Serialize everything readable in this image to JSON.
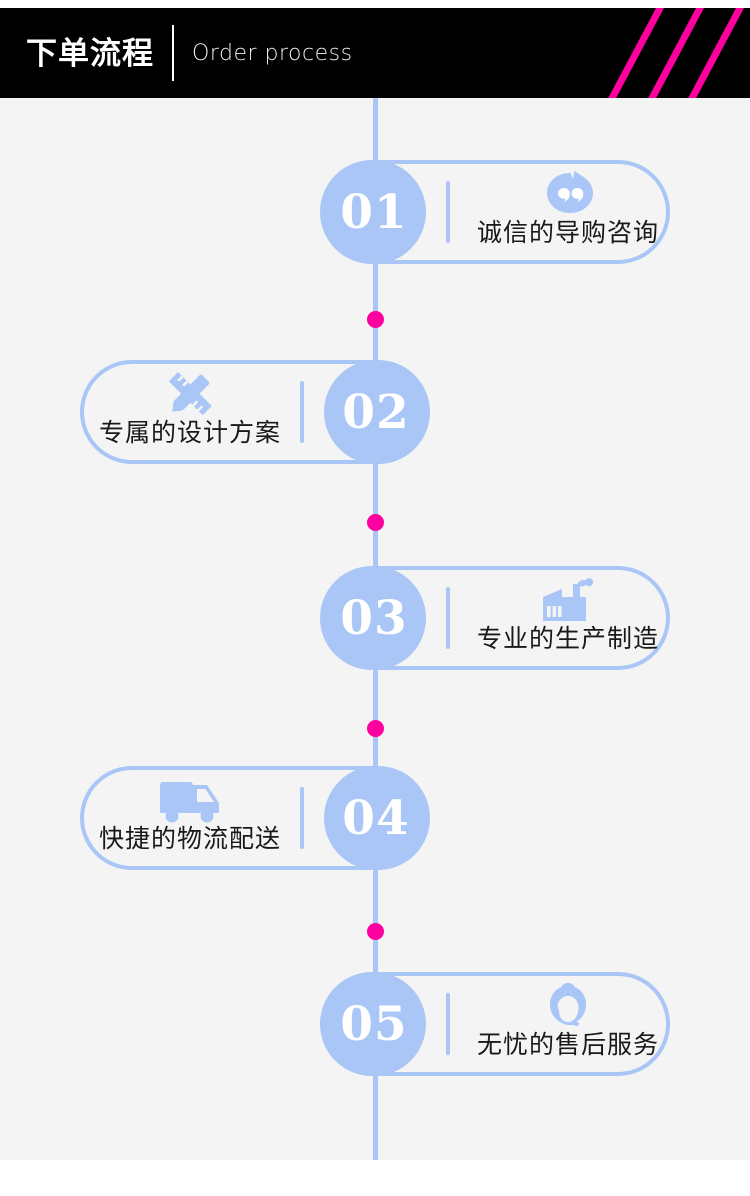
{
  "header": {
    "title_cn": "下单流程",
    "title_en": "Order process",
    "divider": "|",
    "stripe_color": "#ff00a0",
    "background_color": "#000000"
  },
  "theme": {
    "accent_blue": "#a9c6f7",
    "accent_magenta": "#ff00a0",
    "page_background": "#f4f4f4",
    "text_color": "#191919"
  },
  "flow": {
    "steps": [
      {
        "number": "01",
        "label": "诚信的导购咨询",
        "icon": "chat-bubble-icon",
        "side": "right"
      },
      {
        "number": "02",
        "label": "专属的设计方案",
        "icon": "pencil-ruler-icon",
        "side": "left"
      },
      {
        "number": "03",
        "label": "专业的生产制造",
        "icon": "factory-icon",
        "side": "right"
      },
      {
        "number": "04",
        "label": "快捷的物流配送",
        "icon": "truck-icon",
        "side": "left"
      },
      {
        "number": "05",
        "label": "无忧的售后服务",
        "icon": "headset-agent-icon",
        "side": "right"
      }
    ],
    "connector_dots": 4
  }
}
